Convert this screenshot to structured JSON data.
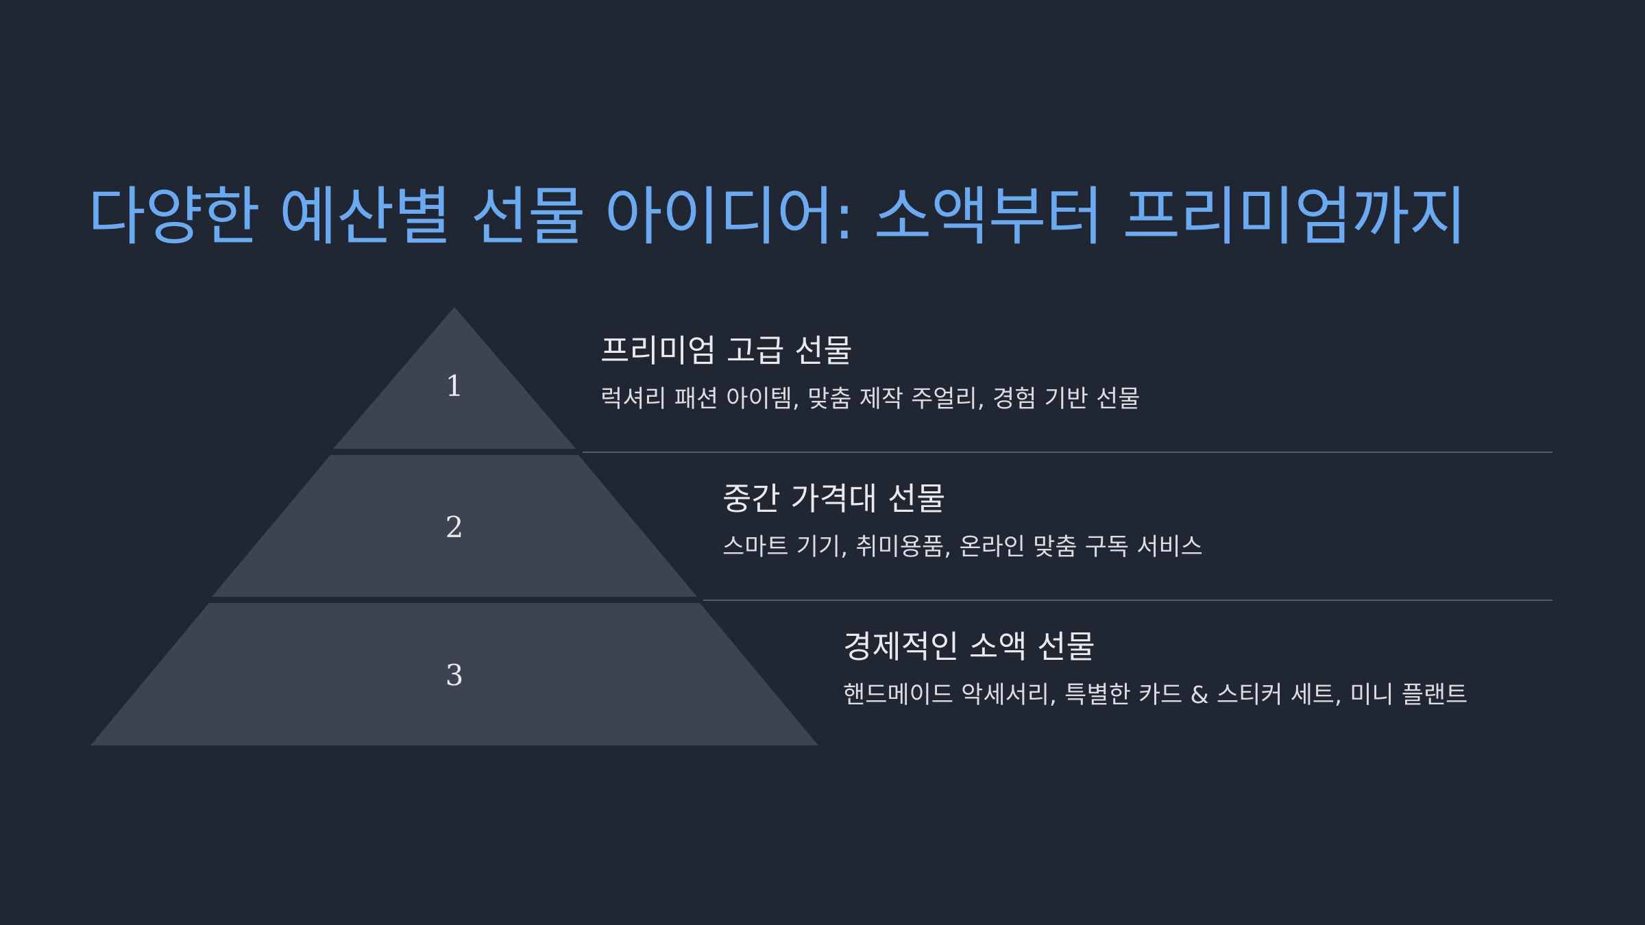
{
  "title": "다양한 예산별 선물 아이디어: 소액부터 프리미엄까지",
  "colors": {
    "background": "#212633",
    "title": "#6aaaf2",
    "segment": "#3d4350",
    "text": "#e8eaee"
  },
  "tiers": [
    {
      "number": "1",
      "title": "프리미엄 고급 선물",
      "description": "럭셔리 패션 아이템, 맞춤 제작 주얼리, 경험 기반 선물"
    },
    {
      "number": "2",
      "title": "중간 가격대 선물",
      "description": "스마트 기기, 취미용품, 온라인 맞춤 구독 서비스"
    },
    {
      "number": "3",
      "title": "경제적인 소액 선물",
      "description": "핸드메이드 악세서리, 특별한 카드 & 스티커 세트, 미니 플랜트"
    }
  ]
}
